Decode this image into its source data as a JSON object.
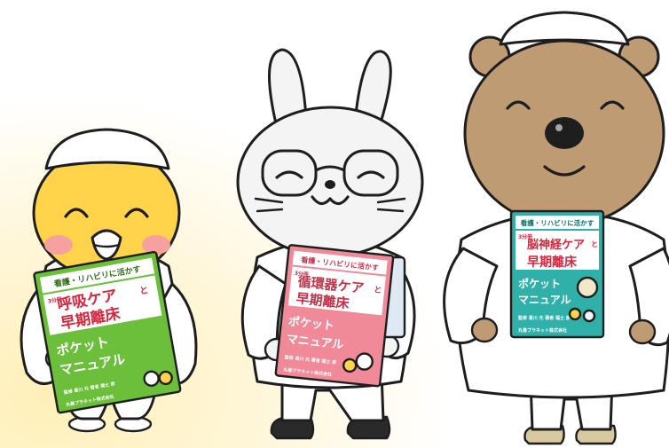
{
  "books": {
    "respiratory": {
      "top_line": "看護・リハビリに活かす",
      "badge": "3分冊",
      "title_1": "呼吸ケア",
      "title_small": "と",
      "title_2": "早期離床",
      "subtitle_1": "ポケット",
      "subtitle_2": "マニュアル",
      "editors": "監修 曷川 元\n著者 福士 彦",
      "publisher": "丸善プラネット株式会社"
    },
    "circulatory": {
      "top_line": "看護・リハビリに活かす",
      "badge": "3分冊",
      "title_1": "循環器ケア",
      "title_small": "と",
      "title_2": "早期離床",
      "subtitle_1": "ポケット",
      "subtitle_2": "マニュアル",
      "editors": "監修 曷川 元\n著者 福士 彦",
      "publisher": "丸善プラネット株式会社"
    },
    "neuro": {
      "top_line": "看護・リハビリに活かす",
      "badge": "3分冊",
      "title_1": "脳神経ケア",
      "title_small": "と",
      "title_2": "早期離床",
      "subtitle_1": "ポケット",
      "subtitle_2": "マニュアル",
      "editors": "監修 曷川 元\n著者 福士 彦",
      "publisher": "丸善プラネット株式会社"
    }
  },
  "colors": {
    "chick": "#ffd34a",
    "cheek": "#f7a0a0",
    "rabbit": "#f4f4f4",
    "bear": "#bf9b74",
    "book_green": "#6bbf3a",
    "book_pink": "#f08a98",
    "book_teal": "#2fb0a8"
  }
}
